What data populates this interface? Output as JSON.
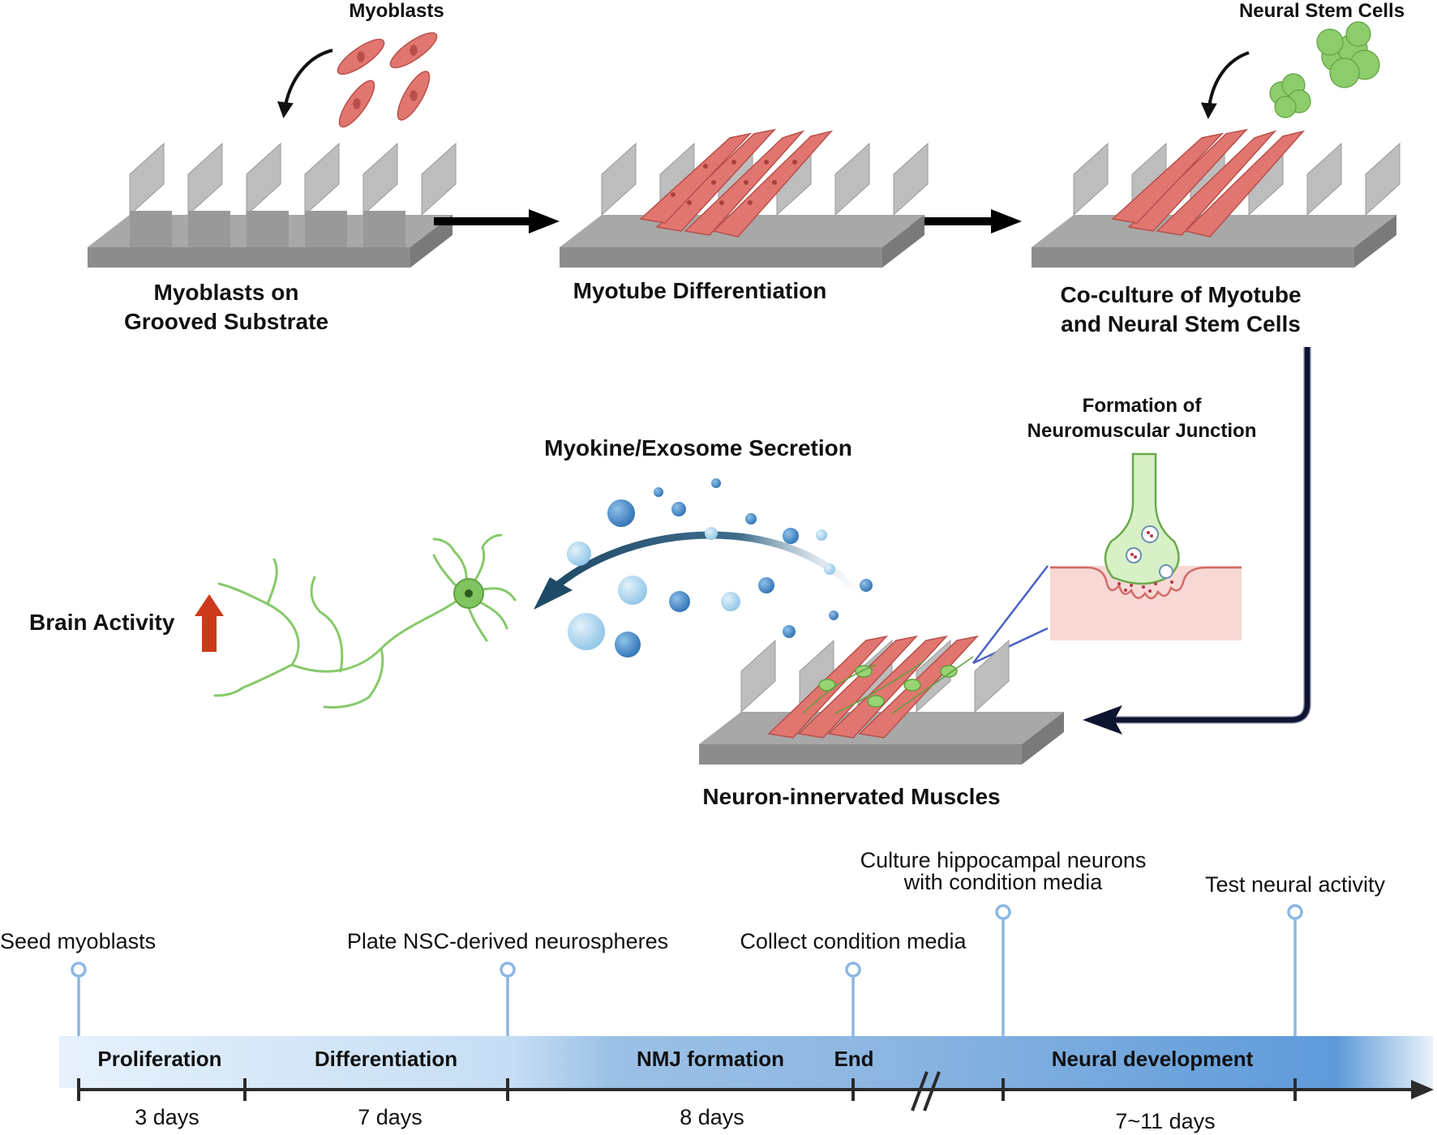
{
  "stages": {
    "myoblasts_label": "Myoblasts",
    "neural_stem_cells_label": "Neural Stem Cells",
    "step1": [
      "Myoblasts on",
      "Grooved Substrate"
    ],
    "step2": "Myotube Differentiation",
    "step3": [
      "Co-culture of Myotube",
      "and Neural Stem Cells"
    ],
    "nmj": [
      "Formation of",
      "Neuromuscular Junction"
    ],
    "secretion": "Myokine/Exosome Secretion",
    "brain_activity": "Brain Activity",
    "innervated": "Neuron-innervated Muscles"
  },
  "timeline": {
    "events": [
      {
        "label": "Seed myoblasts"
      },
      {
        "label": "Plate NSC-derived neurospheres"
      },
      {
        "label": "Collect condition media"
      },
      {
        "label": [
          "Culture hippocampal neurons",
          "with condition media"
        ]
      },
      {
        "label": "Test neural activity"
      }
    ],
    "phases": [
      "Proliferation",
      "Differentiation",
      "NMJ formation",
      "End",
      "Neural development"
    ],
    "durations": [
      "3 days",
      "7 days",
      "8 days",
      "7~11 days"
    ]
  },
  "colors": {
    "muscle": "#e0766f",
    "substrate": "#a9a9a9",
    "neuron": "#86c96a",
    "exosome": "#4a8cc8",
    "process_arrow": "#0e1530",
    "brain_up_arrow": "#cc3a1a",
    "timeline_bar": "#6aa3dc",
    "timeline_pin": "#8db7e2"
  }
}
